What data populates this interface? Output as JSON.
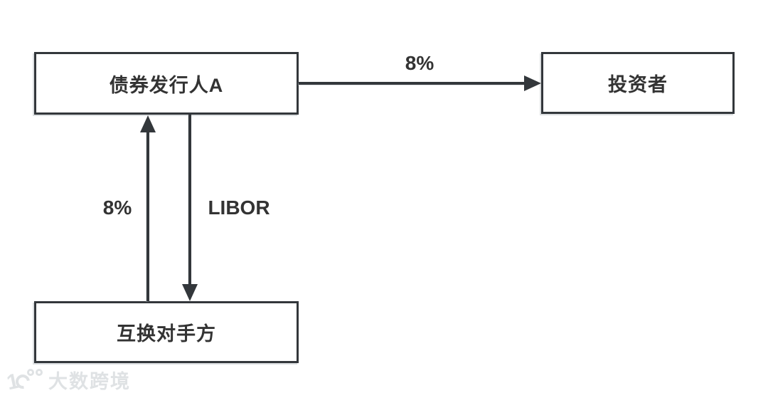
{
  "diagram": {
    "type": "flow-diagram",
    "nodes": {
      "issuer": {
        "label": "债券发行人A"
      },
      "investor": {
        "label": "投资者"
      },
      "swap": {
        "label": "互换对手方"
      }
    },
    "edges": {
      "issuer_to_investor": {
        "from": "issuer",
        "to": "investor",
        "label": "8%",
        "direction": "right"
      },
      "swap_to_issuer": {
        "from": "swap",
        "to": "issuer",
        "label": "8%",
        "direction": "up"
      },
      "issuer_to_swap": {
        "from": "issuer",
        "to": "swap",
        "label": "LIBOR",
        "direction": "down"
      }
    },
    "colors": {
      "line": "#33373b",
      "text": "#333333",
      "background": "#ffffff",
      "watermark": "#dfe2e4"
    }
  },
  "watermark": {
    "logo_icon": "dashu-100-logo",
    "text": "大数跨境"
  }
}
